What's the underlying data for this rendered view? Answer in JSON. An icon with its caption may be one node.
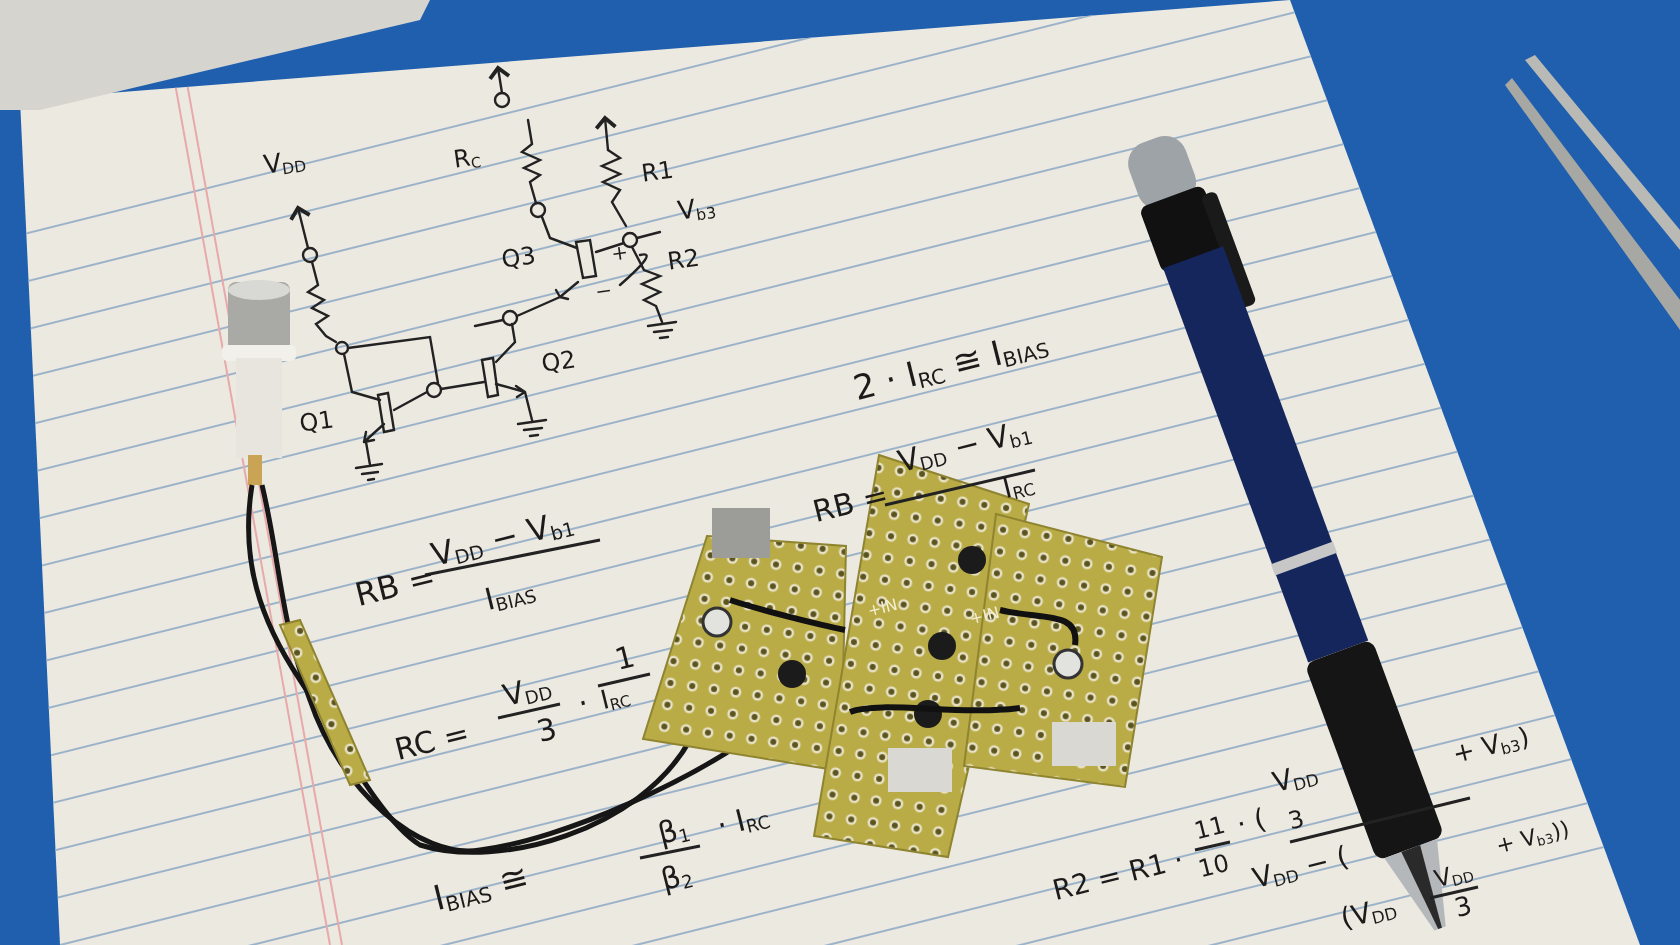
{
  "diagram": {
    "labels": [
      "V$_{DD}$",
      "R$_{C}$",
      "R1",
      "V$_{b3}$",
      "Q3",
      "+",
      "−",
      "R2",
      "Q2",
      "Q1",
      "2 · I$_{RC}$ ≅ I$_{BIAS}$",
      "RB =",
      "V$_{DD}$ − V$_{b1}$",
      "I$_{RC}$",
      "RB =",
      "V$_{DD}$ − V$_{b1}$",
      "I$_{BIAS}$",
      "RC =",
      "V$_{DD}$",
      "3",
      "·",
      "1",
      "I$_{RC}$",
      "I$_{BIAS}$ ≅",
      "β$_{1}$",
      "β$_{2}$",
      "· I$_{RC}$",
      "R2 = R1 ·",
      "11",
      "10",
      "· (",
      "V$_{DD}$",
      "3",
      "+ V$_{b3}$)",
      "V$_{DD}$ − (",
      "V$_{DD}$",
      "3",
      "+ V$_{b3}$))",
      "(V$_{DD}$",
      "+IN",
      "+IN"
    ]
  }
}
